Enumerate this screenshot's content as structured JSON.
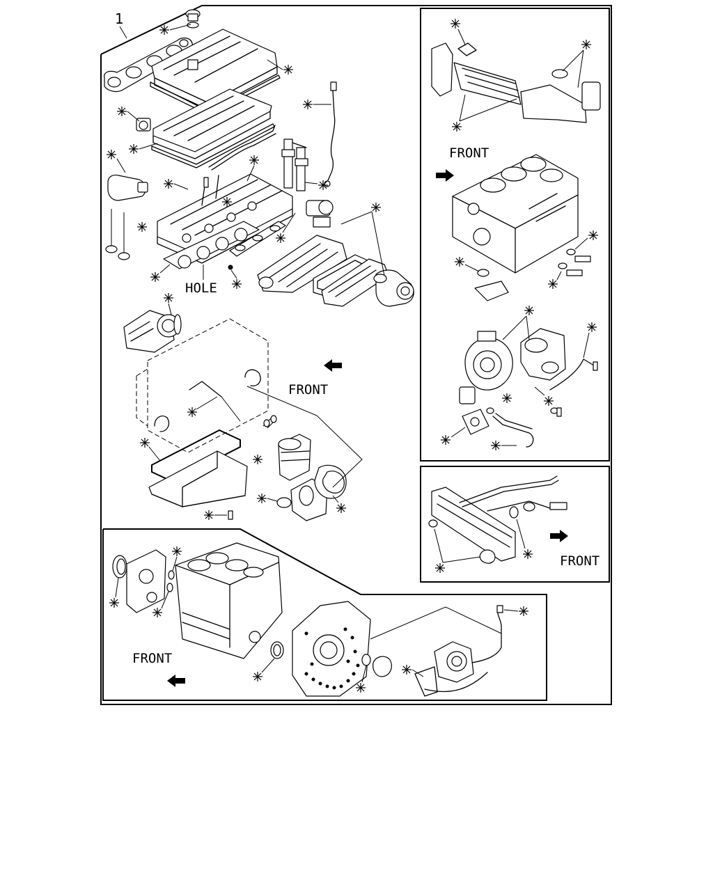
{
  "callout_number": "1",
  "labels": {
    "hole": "HOLE",
    "front_main": "FRONT",
    "front_inset_top": "FRONT",
    "front_inset_mid": "FRONT",
    "front_inset_bottom": "FRONT"
  },
  "asterisk_marker": "asterisk-symbol",
  "colors": {
    "line": "#000000",
    "background": "#ffffff",
    "shade": "#d9d9d9"
  }
}
